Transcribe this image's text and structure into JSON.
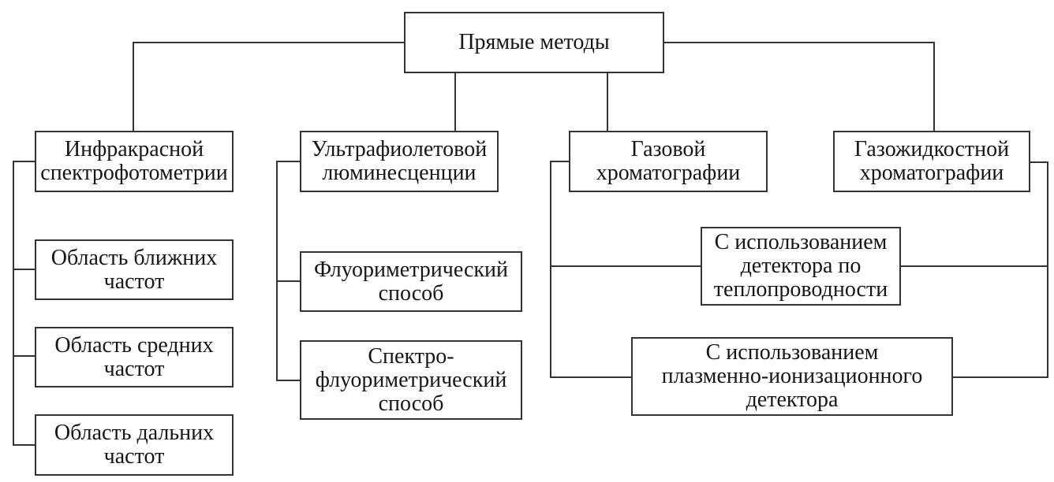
{
  "diagram": {
    "root": "Прямые методы",
    "branches": [
      {
        "header": "Инфракрасной\nспектрофотометрии",
        "children": [
          "Область ближних\nчастот",
          "Область средних\nчастот",
          "Область дальних\nчастот"
        ]
      },
      {
        "header": "Ультрафиолетовой\nлюминесценции",
        "children": [
          "Флуориметрический\nспособ",
          "Спектро-\nфлуориметрический\nспособ"
        ]
      },
      {
        "header": "Газовой\nхроматографии",
        "children": []
      },
      {
        "header": "Газожидкостной\nхроматографии",
        "children": []
      }
    ],
    "shared_children": [
      "С использованием\nдетектора по\nтеплопроводности",
      "С использованием\nплазменно-ионизационного\nдетектора"
    ]
  },
  "colors": {
    "line": "#333333",
    "text": "#161616",
    "background": "#ffffff"
  }
}
